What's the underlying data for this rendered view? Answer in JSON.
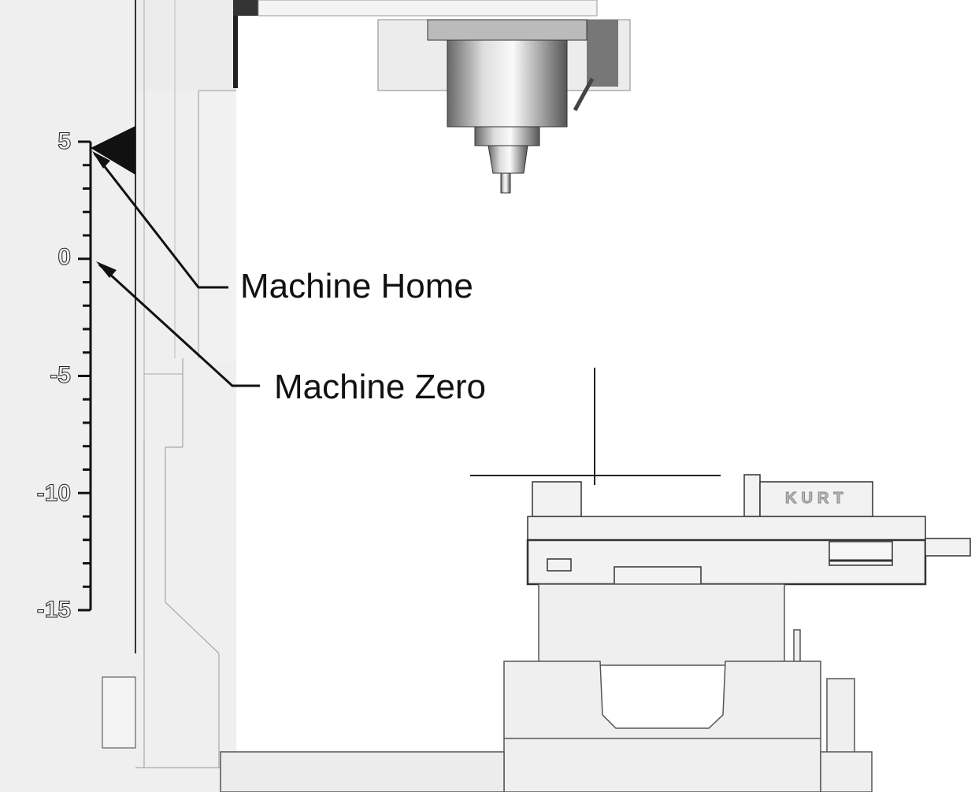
{
  "diagram": {
    "scale": {
      "ticks": [
        {
          "value": 5,
          "label": "5"
        },
        {
          "value": 0,
          "label": "0"
        },
        {
          "value": -5,
          "label": "-5"
        },
        {
          "value": -10,
          "label": "-10"
        },
        {
          "value": -15,
          "label": "-15"
        }
      ],
      "minor_step": 1
    },
    "labels": {
      "machine_home": "Machine Home",
      "machine_zero": "Machine Zero"
    },
    "vise_brand": "KURT"
  }
}
